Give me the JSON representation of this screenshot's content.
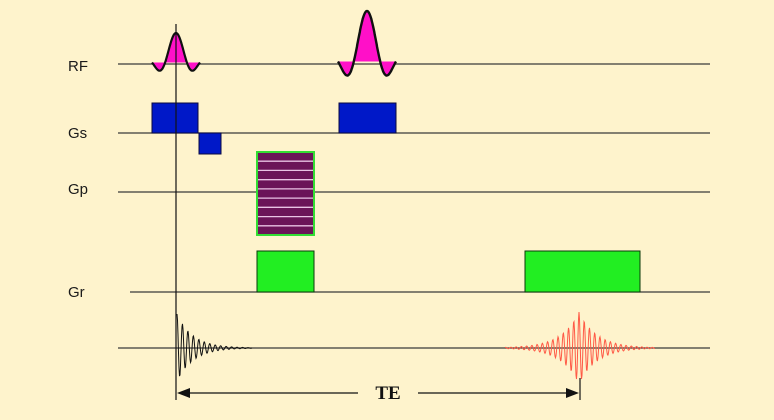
{
  "diagram": {
    "title": "",
    "rows": {
      "rf": "RF",
      "gs": "Gs",
      "gp": "Gp",
      "gr": "Gr"
    },
    "echo_time_label": "TE"
  },
  "colors": {
    "background": "#fef3cc",
    "rf_pulse": "#ff10c8",
    "slice_gradient": "#0018c8",
    "phase_gradient": "#6b1458",
    "phase_gradient_border": "#33dd33",
    "readout_gradient": "#22ee22",
    "fid_signal": "#111111",
    "echo_signal": "#ff5a46"
  },
  "icons": {
    "te_arrow_left": "arrow-left-icon",
    "te_arrow_right": "arrow-right-icon"
  }
}
